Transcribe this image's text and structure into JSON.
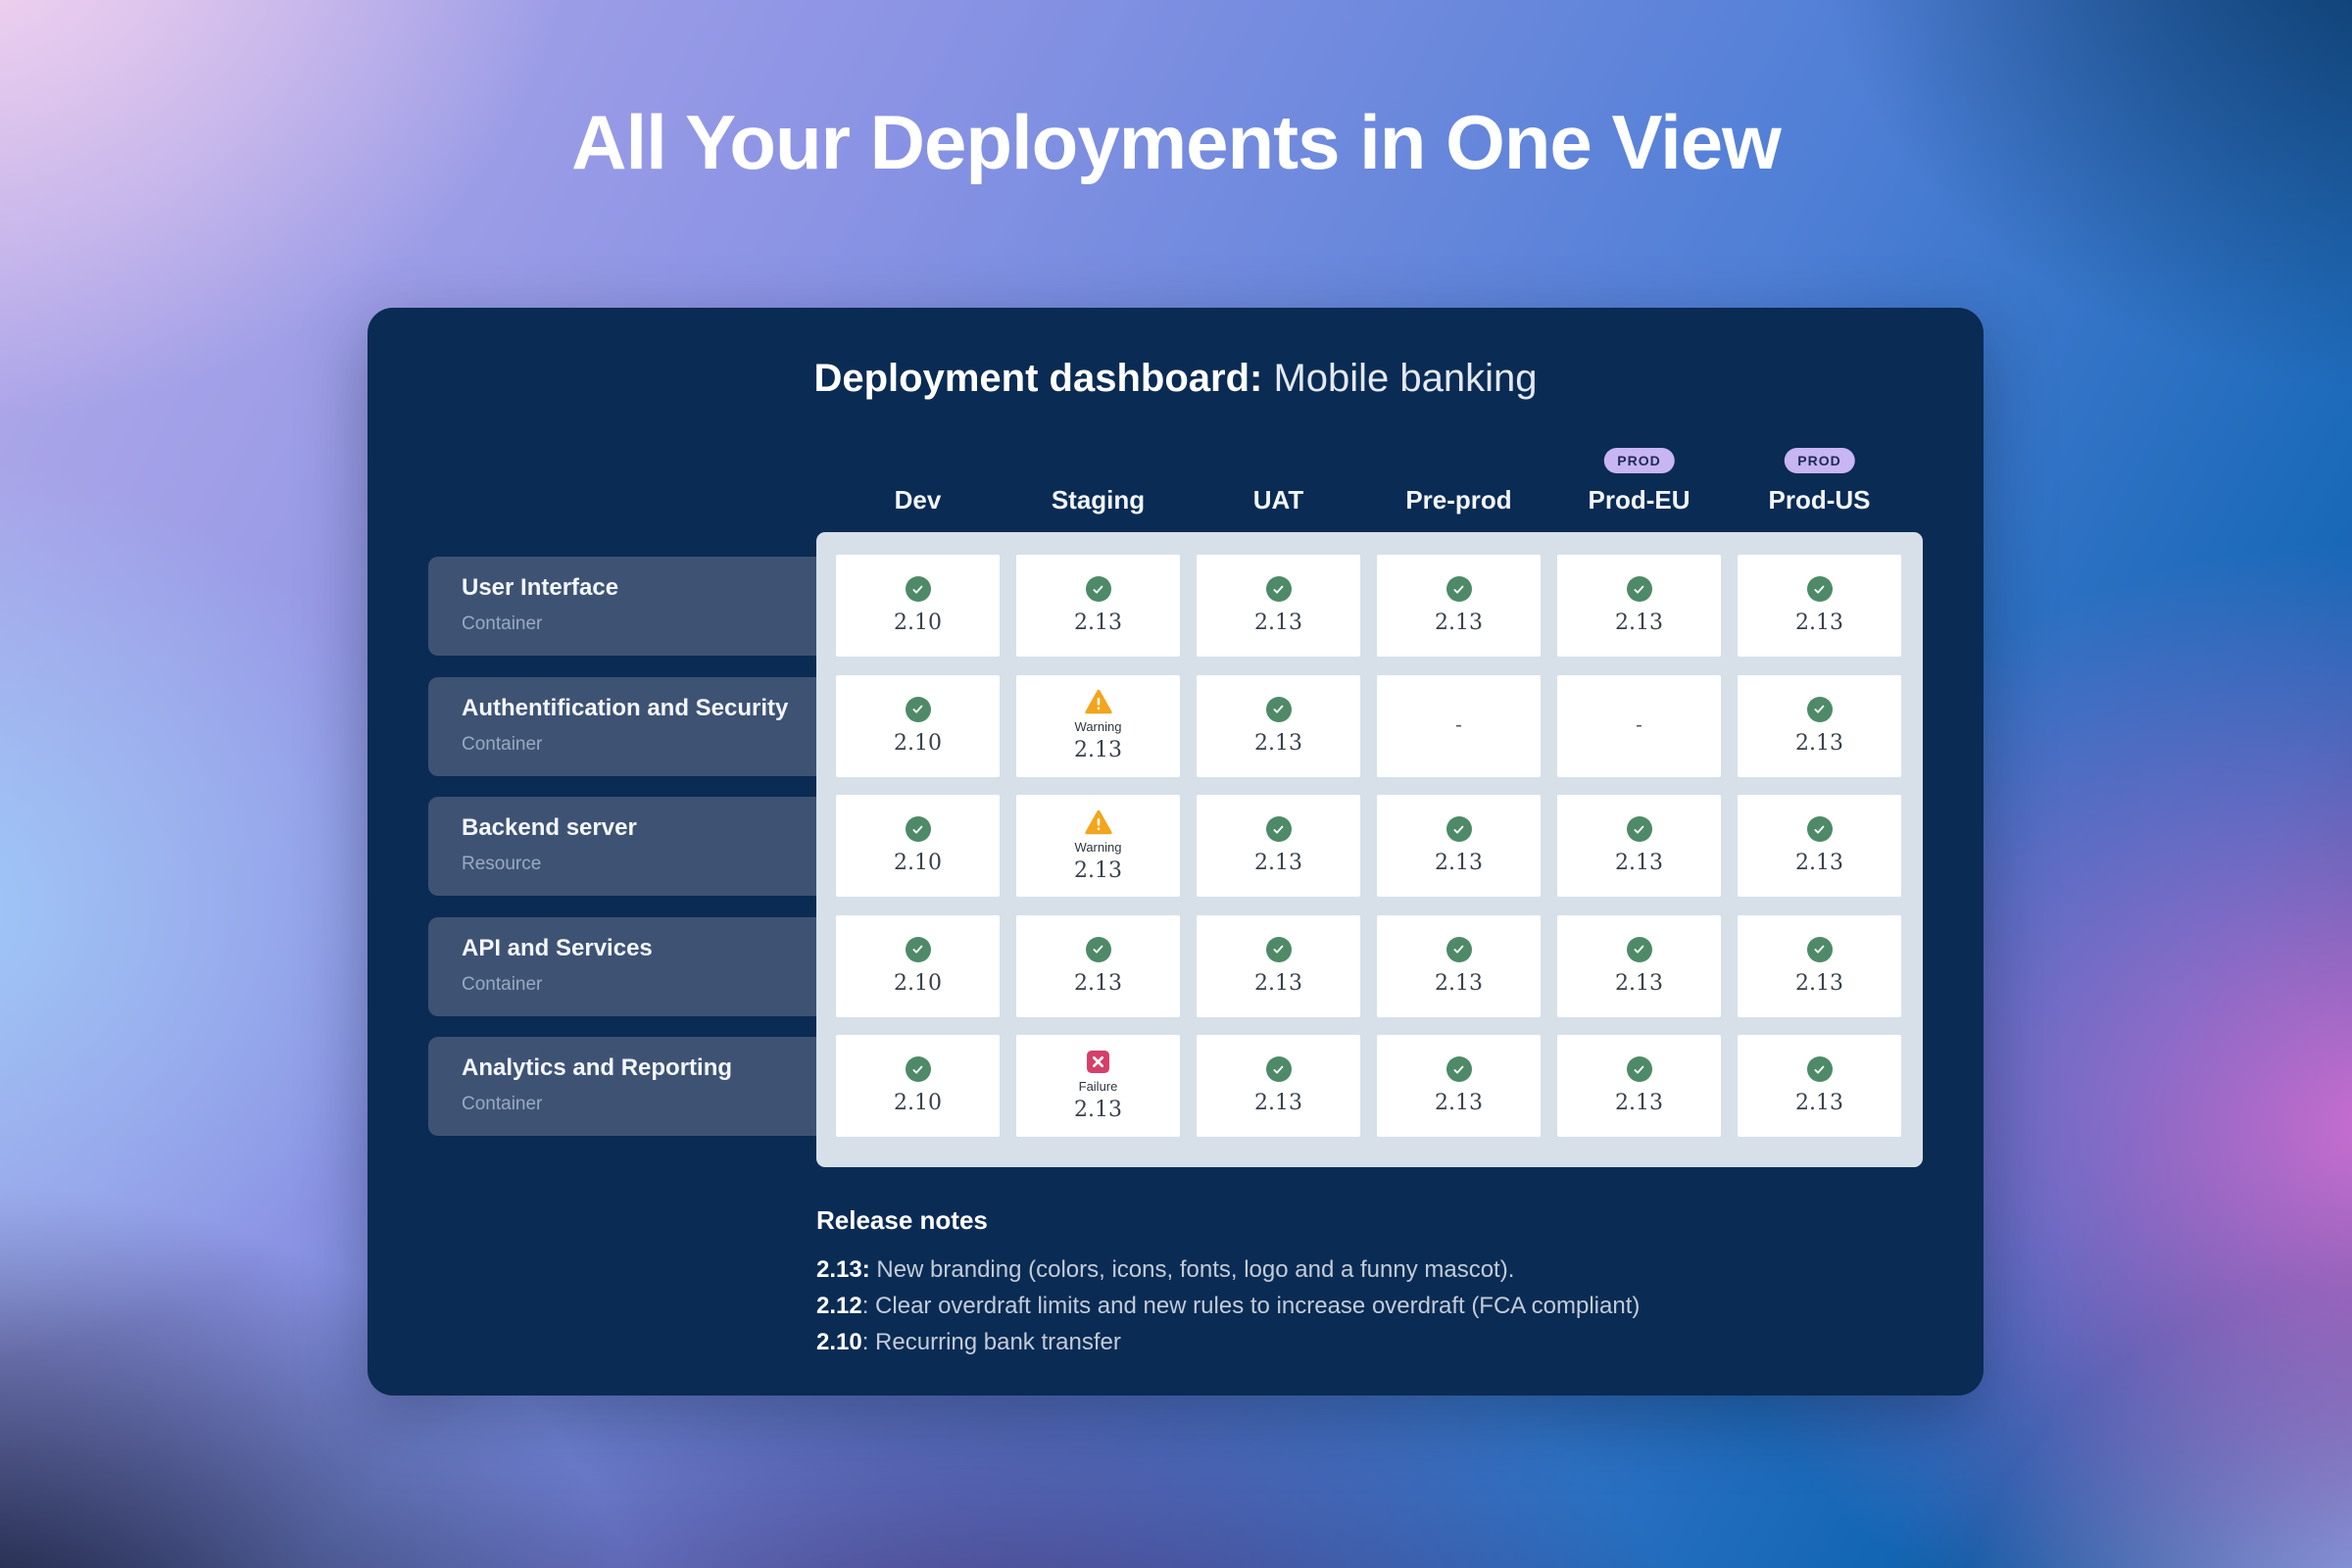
{
  "page_title": "All Your Deployments in One View",
  "dashboard": {
    "title_bold": "Deployment dashboard:",
    "title_light": "Mobile banking",
    "prod_badge_label": "PROD",
    "environments": [
      {
        "label": "Dev",
        "prod": false
      },
      {
        "label": "Staging",
        "prod": false
      },
      {
        "label": "UAT",
        "prod": false
      },
      {
        "label": "Pre-prod",
        "prod": false
      },
      {
        "label": "Prod-EU",
        "prod": true
      },
      {
        "label": "Prod-US",
        "prod": true
      }
    ],
    "services": [
      {
        "name": "User Interface",
        "type": "Container"
      },
      {
        "name": "Authentification and Security",
        "type": "Container"
      },
      {
        "name": "Backend server",
        "type": "Resource"
      },
      {
        "name": "API and Services",
        "type": "Container"
      },
      {
        "name": "Analytics and Reporting",
        "type": "Container"
      }
    ],
    "status_labels": {
      "warning": "Warning",
      "failure": "Failure",
      "empty": "-"
    },
    "grid": [
      [
        {
          "status": "success",
          "version": "2.10"
        },
        {
          "status": "success",
          "version": "2.13"
        },
        {
          "status": "success",
          "version": "2.13"
        },
        {
          "status": "success",
          "version": "2.13"
        },
        {
          "status": "success",
          "version": "2.13"
        },
        {
          "status": "success",
          "version": "2.13"
        }
      ],
      [
        {
          "status": "success",
          "version": "2.10"
        },
        {
          "status": "warning",
          "version": "2.13"
        },
        {
          "status": "success",
          "version": "2.13"
        },
        {
          "status": "none"
        },
        {
          "status": "none"
        },
        {
          "status": "success",
          "version": "2.13"
        }
      ],
      [
        {
          "status": "success",
          "version": "2.10"
        },
        {
          "status": "warning",
          "version": "2.13"
        },
        {
          "status": "success",
          "version": "2.13"
        },
        {
          "status": "success",
          "version": "2.13"
        },
        {
          "status": "success",
          "version": "2.13"
        },
        {
          "status": "success",
          "version": "2.13"
        }
      ],
      [
        {
          "status": "success",
          "version": "2.10"
        },
        {
          "status": "success",
          "version": "2.13"
        },
        {
          "status": "success",
          "version": "2.13"
        },
        {
          "status": "success",
          "version": "2.13"
        },
        {
          "status": "success",
          "version": "2.13"
        },
        {
          "status": "success",
          "version": "2.13"
        }
      ],
      [
        {
          "status": "success",
          "version": "2.10"
        },
        {
          "status": "failure",
          "version": "2.13"
        },
        {
          "status": "success",
          "version": "2.13"
        },
        {
          "status": "success",
          "version": "2.13"
        },
        {
          "status": "success",
          "version": "2.13"
        },
        {
          "status": "success",
          "version": "2.13"
        }
      ]
    ]
  },
  "release_notes": {
    "heading": "Release notes",
    "items": [
      {
        "bold": "2.13:",
        "rest": " New branding (colors, icons, fonts, logo and a funny mascot)."
      },
      {
        "bold": "2.12",
        "rest": ": Clear overdraft limits and new rules to increase overdraft (FCA compliant)"
      },
      {
        "bold": "2.10",
        "rest": ": Recurring bank transfer"
      }
    ]
  },
  "colors": {
    "card": "#0a2b53",
    "panel": "#d7e0e9",
    "service-row": "#3e5374",
    "success": "#4e8a67",
    "warning": "#f2a51d",
    "failure": "#d4406a",
    "prod-badge": "#c8b5f3"
  }
}
